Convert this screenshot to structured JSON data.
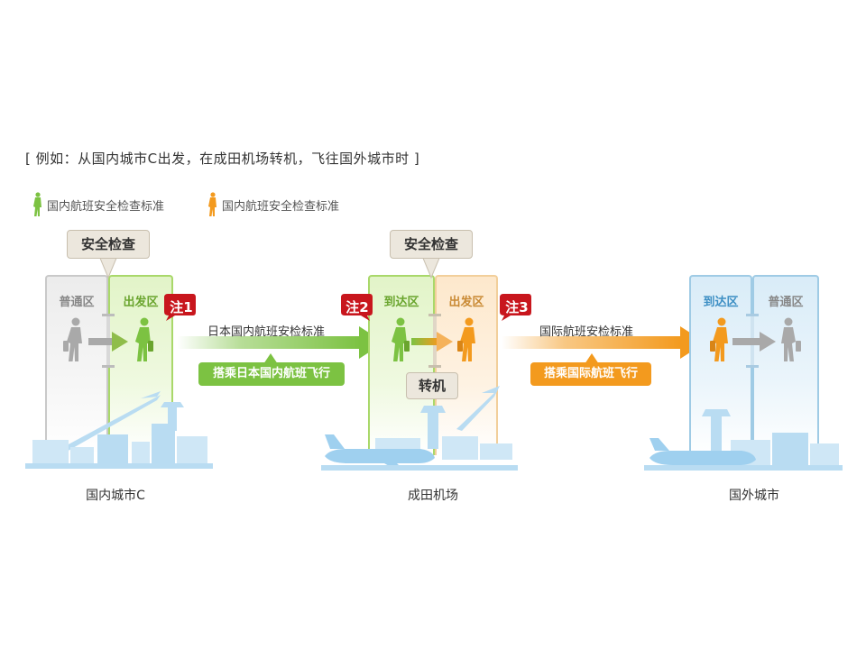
{
  "heading": "[ 例如：从国内城市C出发，在成田机场转机，飞往国外城市时 ]",
  "legend": [
    {
      "label": "国内航班安全检查标准",
      "color": "#7cc242"
    },
    {
      "label": "国内航班安全检查标准",
      "color": "#f39a1e"
    }
  ],
  "colors": {
    "green": "#7cc242",
    "orange": "#f39a1e",
    "gray": "#a9a9a9",
    "note_red": "#c8161d",
    "skyline": "#b9dcf2"
  },
  "origin": {
    "city": "国内城市C",
    "zone_general": "普通区",
    "zone_departure": "出发区",
    "security": "安全检查",
    "note": "注1"
  },
  "transit": {
    "city": "成田机场",
    "zone_arrival": "到达区",
    "zone_departure": "出发区",
    "security": "安全检查",
    "transfer": "转机",
    "note2": "注2",
    "note3": "注3"
  },
  "destination": {
    "city": "国外城市",
    "zone_arrival": "到达区",
    "zone_general": "普通区"
  },
  "leg1": {
    "standard": "日本国内航班安检标准",
    "badge": "搭乘日本国内航班飞行"
  },
  "leg2": {
    "standard": "国际航班安检标准",
    "badge": "搭乘国际航班飞行"
  }
}
